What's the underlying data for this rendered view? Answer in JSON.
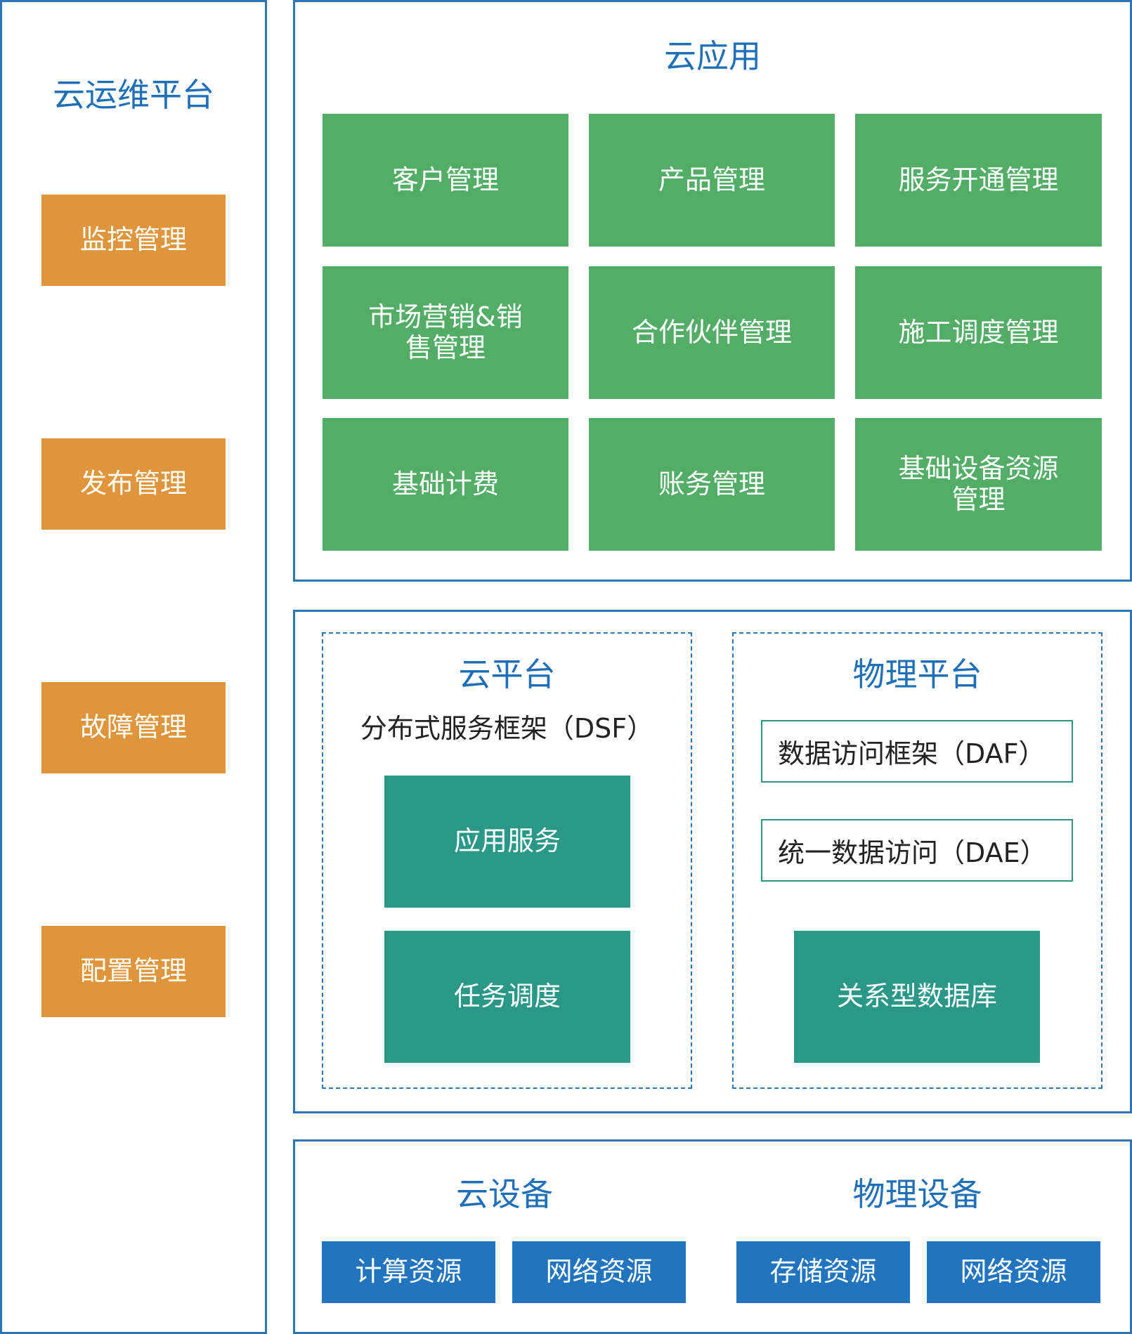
{
  "ops": {
    "title": "云运维平台",
    "items": [
      "监控管理",
      "发布管理",
      "故障管理",
      "配置管理"
    ]
  },
  "apps": {
    "title": "云应用",
    "items": [
      "客户管理",
      "产品管理",
      "服务开通管理",
      "市场营销&销售管理",
      "合作伙伴管理",
      "施工调度管理",
      "基础计费",
      "账务管理",
      "基础设备资源管理"
    ]
  },
  "cloud_platform": {
    "title": "云平台",
    "subtitle": "分布式服务框架（DSF）",
    "items": [
      "应用服务",
      "任务调度"
    ]
  },
  "physical_platform": {
    "title": "物理平台",
    "frameworks": [
      "数据访问框架（DAF）",
      "统一数据访问（DAE）"
    ],
    "database": "关系型数据库"
  },
  "devices": {
    "cloud_title": "云设备",
    "physical_title": "物理设备",
    "cloud_items": [
      "计算资源",
      "网络资源"
    ],
    "physical_items": [
      "存储资源",
      "网络资源"
    ]
  },
  "colors": {
    "border": "#2e75b6",
    "title": "#1f6fb8",
    "orange": "#df953b",
    "green": "#53ad66",
    "teal": "#2b9887",
    "blue": "#2274bf"
  }
}
